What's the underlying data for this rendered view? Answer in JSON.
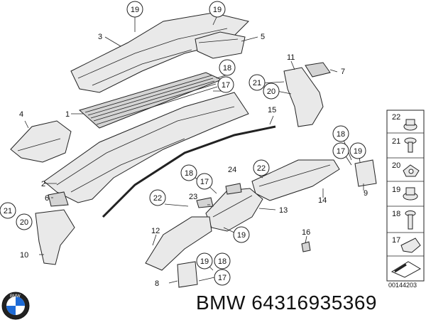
{
  "callouts": [
    "19",
    "19",
    "3",
    "5",
    "11",
    "7",
    "18",
    "21",
    "20",
    "17",
    "1",
    "15",
    "4",
    "22",
    "21",
    "20",
    "18",
    "17",
    "19",
    "2",
    "18",
    "17",
    "24",
    "22",
    "6",
    "23",
    "13",
    "14",
    "9",
    "21",
    "20",
    "22",
    "12",
    "16",
    "19",
    "10",
    "19",
    "18",
    "8",
    "17"
  ],
  "legend_numbers": [
    "22",
    "21",
    "20",
    "19",
    "18",
    "17"
  ],
  "brand_text": "BMW 64316935369",
  "diagram_code": "00144203",
  "logo_name": "BMW"
}
